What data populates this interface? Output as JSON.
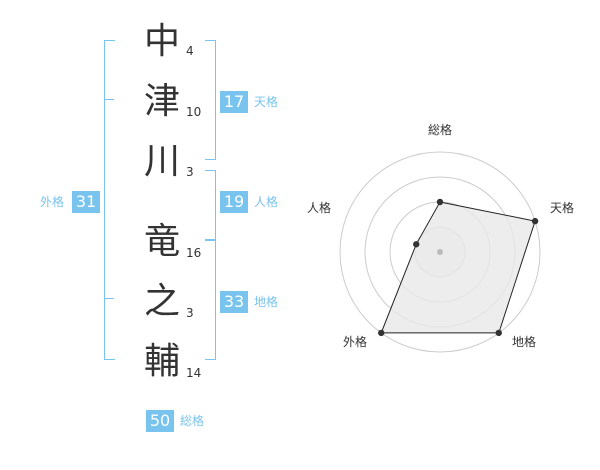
{
  "name_chars": [
    {
      "char": "中",
      "strokes": "4"
    },
    {
      "char": "津",
      "strokes": "10"
    },
    {
      "char": "川",
      "strokes": "3"
    },
    {
      "char": "竜",
      "strokes": "16"
    },
    {
      "char": "之",
      "strokes": "3"
    },
    {
      "char": "輔",
      "strokes": "14"
    }
  ],
  "fortune": {
    "tenkaku": {
      "value": "17",
      "label": "天格"
    },
    "jinkaku": {
      "value": "19",
      "label": "人格"
    },
    "chikaku": {
      "value": "33",
      "label": "地格"
    },
    "gaikaku": {
      "value": "31",
      "label": "外格"
    },
    "soukaku": {
      "value": "50",
      "label": "総格"
    }
  },
  "radar": {
    "axis_labels": {
      "soukaku": "総格",
      "tenkaku": "天格",
      "chikaku": "地格",
      "gaikaku": "外格",
      "jinkaku": "人格"
    },
    "levels": 4,
    "values": {
      "soukaku": 2,
      "tenkaku": 4,
      "chikaku": 4,
      "gaikaku": 4,
      "jinkaku": 1
    },
    "colors": {
      "ring": "#cccccc",
      "fill": "#e8e8e8",
      "line": "#222222",
      "point": "#333333",
      "center": "#bbbbbb"
    }
  },
  "accent_color": "#79c4ee"
}
